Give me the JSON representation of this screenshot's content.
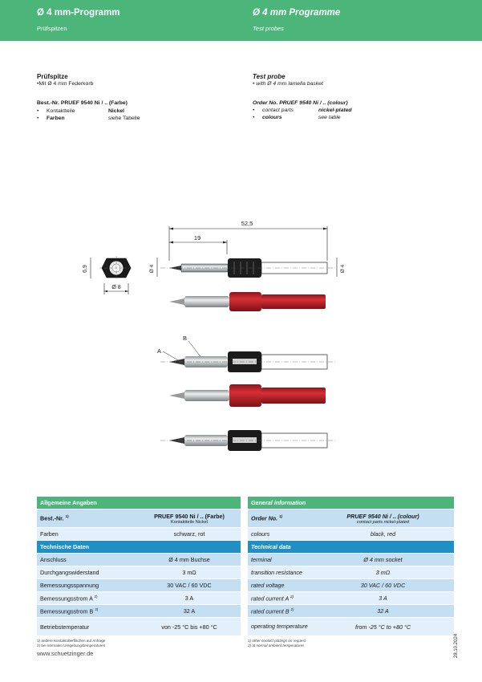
{
  "header": {
    "title_de": "Ø 4 mm-Programm",
    "title_en": "Ø 4 mm Programme",
    "sub_de": "Prüfspitzen",
    "sub_en": "Test probes"
  },
  "desc_de": {
    "title": "Prüfspitze",
    "bullet": "Mit Ø 4 mm Federkorb",
    "order": "Best.-Nr. PRUEF 9540 Ni / .. (Farbe)",
    "rows": [
      {
        "k": "Kontaktteile",
        "v": "Nickel"
      },
      {
        "k": "Farben",
        "v": "siehe Tabelle"
      }
    ]
  },
  "desc_en": {
    "title": "Test probe",
    "bullet": "with Ø 4 mm lamella basket",
    "order": "Order No. PRUEF 9540 Ni / .. (colour)",
    "rows": [
      {
        "k": "contact parts",
        "v": "nickel-plated"
      },
      {
        "k": "colours",
        "v": "see table"
      }
    ]
  },
  "drawing": {
    "dim_total": "52,5",
    "dim_tip": "19",
    "dim_hex": "6,9",
    "dim_8": "Ø 8",
    "dim_4_left": "Ø 4",
    "dim_4_right": "Ø 4",
    "label_a": "A",
    "label_b": "B",
    "colors": {
      "red": "#c41e25",
      "red_dark": "#8e1418",
      "metal": "#b9bcbf"
    }
  },
  "table_de": {
    "general": "Allgemeine Angaben",
    "order_label": "Best.-Nr.",
    "order_sup": "1)",
    "order_value": "PRUEF 9540 Ni / .. (Farbe)",
    "order_sub": "Kontaktteile Nickel",
    "colors_label": "Farben",
    "colors_value": "schwarz, rot",
    "technical": "Technische Daten",
    "rows": [
      {
        "k": "Anschluss",
        "v": "Ø 4 mm Buchse"
      },
      {
        "k": "Durchgangswiderstand",
        "v": "3 mΩ"
      },
      {
        "k": "Bemessungsspannung",
        "v": "30 VAC / 60 VDC"
      },
      {
        "k": "Bemessungsstrom A",
        "sup": "2)",
        "v": "3 A"
      },
      {
        "k": "Bemessungsstrom B",
        "sup": "2)",
        "v": "32 A"
      },
      {
        "k": "Betriebstemperatur",
        "v": "von -25 °C bis +80 °C"
      }
    ],
    "footnotes": [
      "1) andere Kontaktoberflächen auf Anfrage",
      "2) bei normalen Umgebungstemperaturen"
    ]
  },
  "table_en": {
    "general": "General information",
    "order_label": "Order No.",
    "order_sup": "1)",
    "order_value": "PRUEF 9540 Ni / .. (colour)",
    "order_sub": "contact parts nickel-plated",
    "colors_label": "colours",
    "colors_value": "black, red",
    "technical": "Technical data",
    "rows": [
      {
        "k": "terminal",
        "v": "Ø 4 mm socket"
      },
      {
        "k": "transition resistance",
        "v": "3 mΩ"
      },
      {
        "k": "rated voltage",
        "v": "30 VAC / 60 VDC"
      },
      {
        "k": "rated current A",
        "sup": "2)",
        "v": "3 A"
      },
      {
        "k": "rated current B",
        "sup": "2)",
        "v": "32 A"
      },
      {
        "k": "operating temperature",
        "v": "from -25 °C to +80 °C"
      }
    ],
    "footnotes": [
      "1) other contact platings on request",
      "2) at normal ambient temperatures"
    ]
  },
  "footer": {
    "url": "www.schuetzinger.de",
    "date": "28.10.2024"
  }
}
